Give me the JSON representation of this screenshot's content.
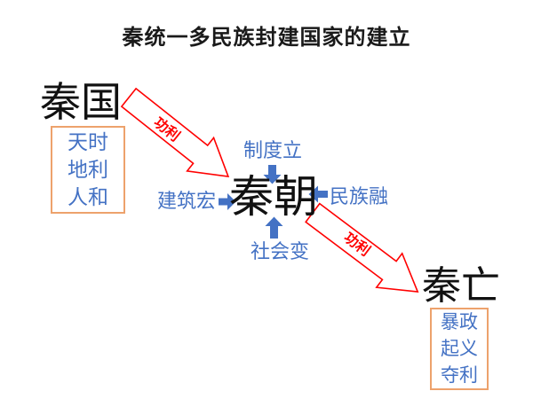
{
  "title": "秦统一多民族封建国家的建立",
  "nodes": {
    "qin_state": {
      "label": "秦国"
    },
    "qin_dynasty": {
      "label": "秦朝"
    },
    "qin_fall": {
      "label": "秦亡"
    }
  },
  "factor_boxes": {
    "state": {
      "lines": [
        "天时",
        "地利",
        "人和"
      ]
    },
    "fall": {
      "lines": [
        "暴政",
        "起义",
        "夺利"
      ]
    }
  },
  "aspects": {
    "top": "制度立",
    "left": "建筑宏",
    "right": "民族融",
    "bottom": "社会变"
  },
  "transitions": {
    "rise_label": "功利",
    "fall_label": "功利"
  },
  "colors": {
    "accent_blue": "#4472C4",
    "arrow_red": "#FF0000",
    "box_border_orange": "#EDA26C"
  }
}
